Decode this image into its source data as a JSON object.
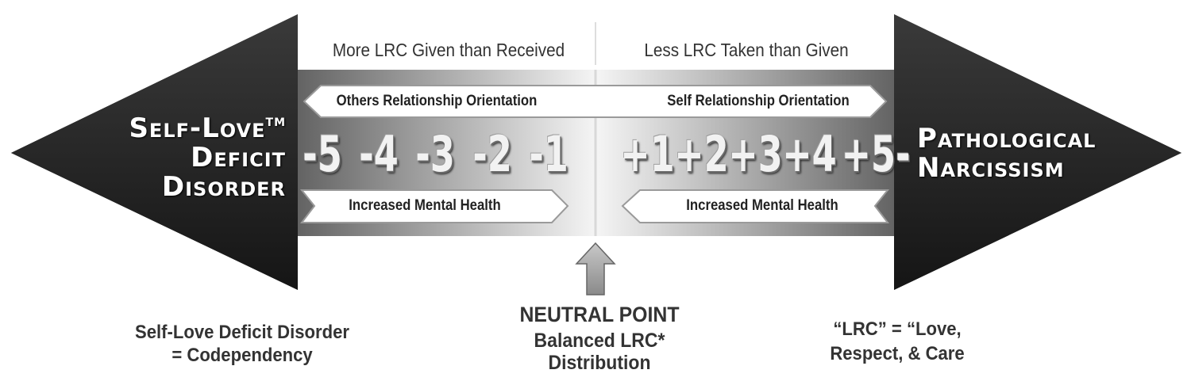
{
  "left_arrow": {
    "title_lines": [
      "Self-Love",
      "Deficit",
      "Disorder"
    ],
    "trademark": "TM"
  },
  "right_arrow": {
    "title_lines": [
      "Pathological",
      "Narcissism"
    ]
  },
  "top_labels": {
    "left": "More LRC Given than Received",
    "right": "Less LRC Taken than Given"
  },
  "orientation": {
    "left": "Others Relationship Orientation",
    "right": "Self Relationship Orientation"
  },
  "scale": {
    "negative": [
      "-5",
      "-4",
      "-3",
      "-2",
      "-1"
    ],
    "positive": [
      "+1",
      "+2",
      "+3",
      "+4",
      "+5-"
    ]
  },
  "mental_health": {
    "left": "Increased Mental Health",
    "right": "Increased Mental Health"
  },
  "neutral": {
    "title": "NEUTRAL POINT",
    "subtitle_lines": [
      "Balanced LRC*",
      "Distribution"
    ]
  },
  "captions": {
    "left_lines": [
      "Self-Love Deficit Disorder",
      "= Codependency"
    ],
    "right_lines": [
      "“LRC” = “Love,",
      "Respect, & Care"
    ]
  },
  "colors": {
    "arrow_dark": "#1f1f1f",
    "gradient_light": "#f4f4f4",
    "text_dark": "#333333"
  }
}
